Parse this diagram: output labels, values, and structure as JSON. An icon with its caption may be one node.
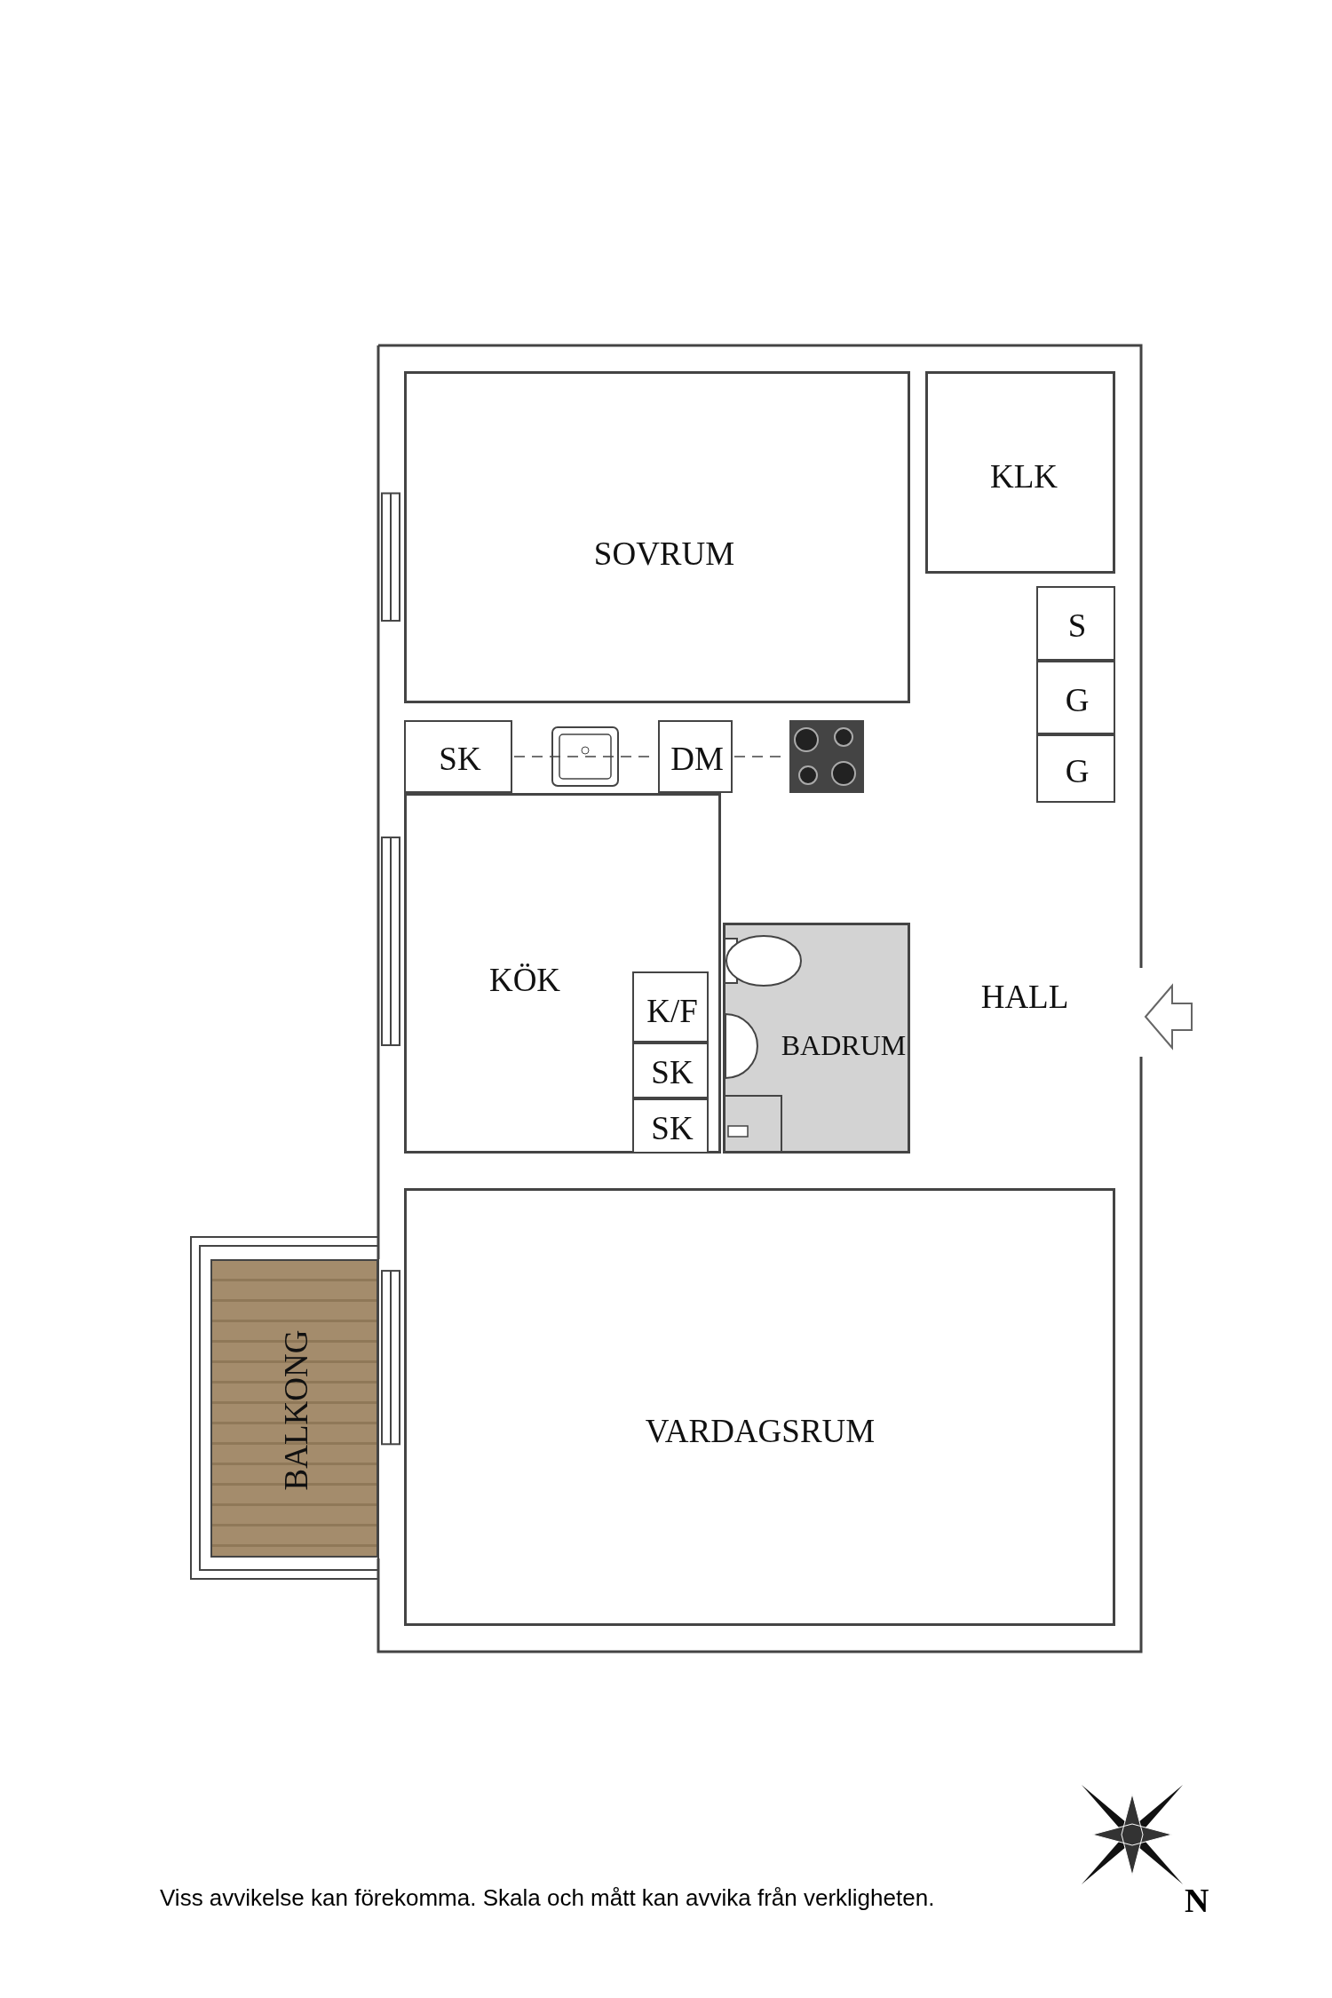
{
  "diagram": {
    "caption": "Viss avvikelse kan förekomma. Skala och mått kan avvika från verkligheten.",
    "nodes": [
      {
        "text": [
          "SOVRUM"
        ]
      },
      {
        "text": [
          "KLK"
        ]
      },
      {
        "text": [
          "S"
        ]
      },
      {
        "text": [
          "G"
        ]
      },
      {
        "text": [
          "G"
        ]
      },
      {
        "text": [
          "SK"
        ]
      },
      {
        "text": [
          "DM"
        ]
      },
      {
        "text": [
          "KÖK"
        ]
      },
      {
        "text": [
          "K/F"
        ],
        "in": 7
      },
      {
        "text": [
          "BADRUM"
        ]
      },
      {
        "text": [
          "HALL"
        ]
      },
      {
        "text": [
          "SK"
        ],
        "in": 7
      },
      {
        "text": [
          "SK"
        ],
        "in": 7
      },
      {
        "text": [
          "BALKONG"
        ]
      },
      {
        "text": [
          "VARDAGSRUM"
        ]
      }
    ],
    "edges": [],
    "labels": [
      "N"
    ]
  }
}
